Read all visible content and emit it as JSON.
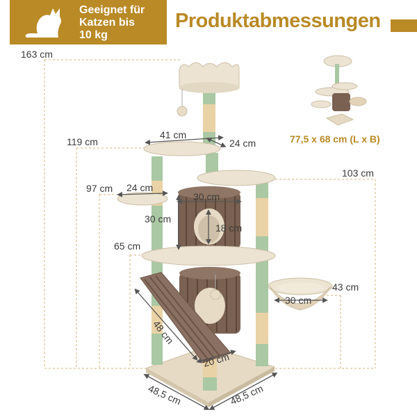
{
  "badge": {
    "line1": "Geeignet für",
    "line2": "Katzen bis",
    "line3": "10 kg"
  },
  "headline": "Produktabmessungen",
  "footprint": "77,5 x 68 cm (L x B)",
  "dimensions": {
    "total_height": "163 cm",
    "h_119": "119 cm",
    "h_97": "97 cm",
    "h_65": "65 cm",
    "h_103": "103 cm",
    "h_43": "43 cm",
    "top_platform_w": "41 cm",
    "top_platform_d": "24 cm",
    "left_platform_w": "24 cm",
    "cave_w": "30 cm",
    "cave_h": "30 cm",
    "cave_door": "18 cm",
    "basket_w": "30 cm",
    "ramp_len": "48 cm",
    "ramp_w": "20 cm",
    "base_l": "48,5 cm",
    "base_r": "48,5 cm"
  },
  "colors": {
    "accent": "#b98a26",
    "plush": "#e8dcc6",
    "post": "#a9c8a3",
    "sisal": "#e9d2a5",
    "cave": "#7a6152"
  }
}
